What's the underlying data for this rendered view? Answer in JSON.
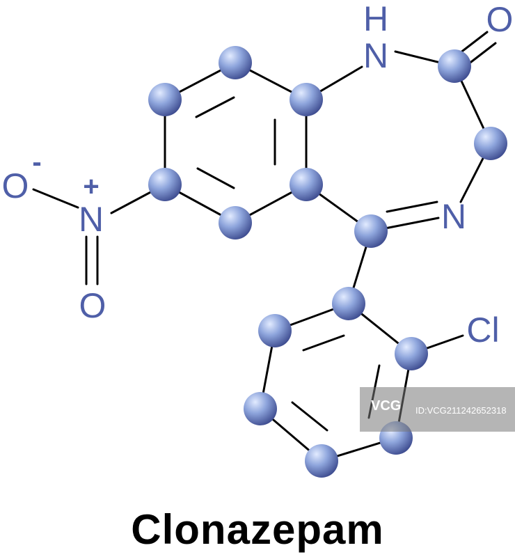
{
  "title": "Clonazepam",
  "colors": {
    "atom": "#4f5fa8",
    "sphere_light": "#dfe9ff",
    "sphere_mid": "#8fa6dd",
    "sphere_dark": "#3d4c90",
    "bond": "#000000"
  },
  "labels": {
    "nh_h": "H",
    "nh_n": "N",
    "carbonyl_o": "O",
    "imine_n": "N",
    "nitro_n": "N",
    "nitro_plus": "+",
    "nitro_o_left": "O",
    "nitro_minus": "-",
    "nitro_o_bottom": "O",
    "chlorine": "Cl"
  },
  "watermark": {
    "logo": "VCG",
    "id": "ID:VCG211242652318"
  }
}
